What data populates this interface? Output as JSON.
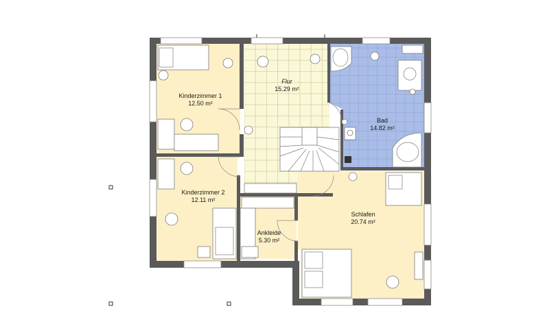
{
  "rooms": [
    {
      "id": "kinder1",
      "name": "Kinderzimmer 1",
      "area": "12.50 m²"
    },
    {
      "id": "flur",
      "name": "Flur",
      "area": "15.29 m²"
    },
    {
      "id": "bad",
      "name": "Bad",
      "area": "14.82 m²"
    },
    {
      "id": "kinder2",
      "name": "Kinderzimmer 2",
      "area": "12.11 m²"
    },
    {
      "id": "schlafen",
      "name": "Schlafen",
      "area": "20.74 m²"
    },
    {
      "id": "ankleide",
      "name": "Ankleide",
      "area": "5.30 m²"
    }
  ],
  "colors": {
    "room_fill": "#fdf0c6",
    "flur_fill": "#fbf8d8",
    "bad_fill": "#a9bde8",
    "wall": "#5a5a5a"
  }
}
